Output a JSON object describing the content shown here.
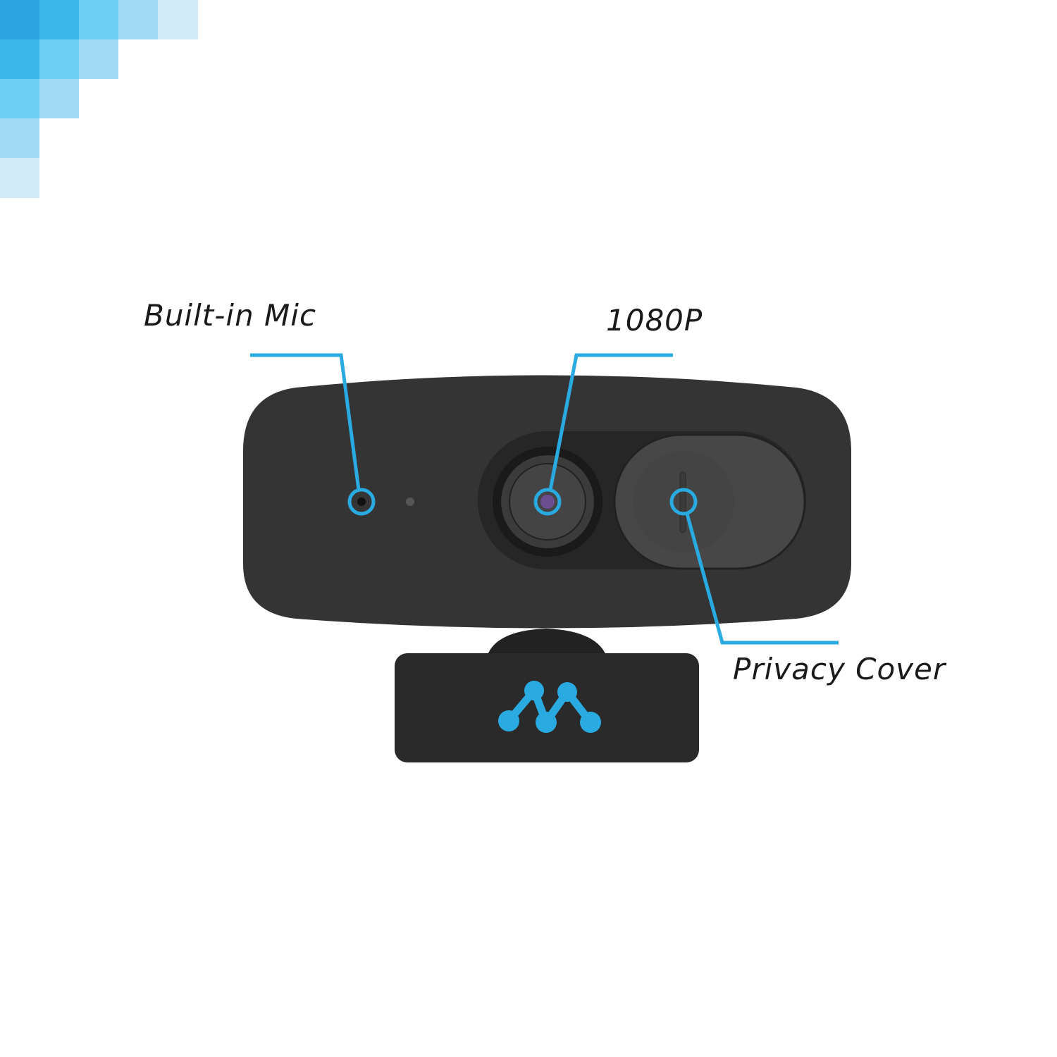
{
  "callouts": {
    "mic": "Built-in Mic",
    "resolution": "1080P",
    "privacy": "Privacy Cover"
  },
  "colors": {
    "accent": "#29abe2",
    "body": "#343434",
    "background": "#ffffff"
  }
}
